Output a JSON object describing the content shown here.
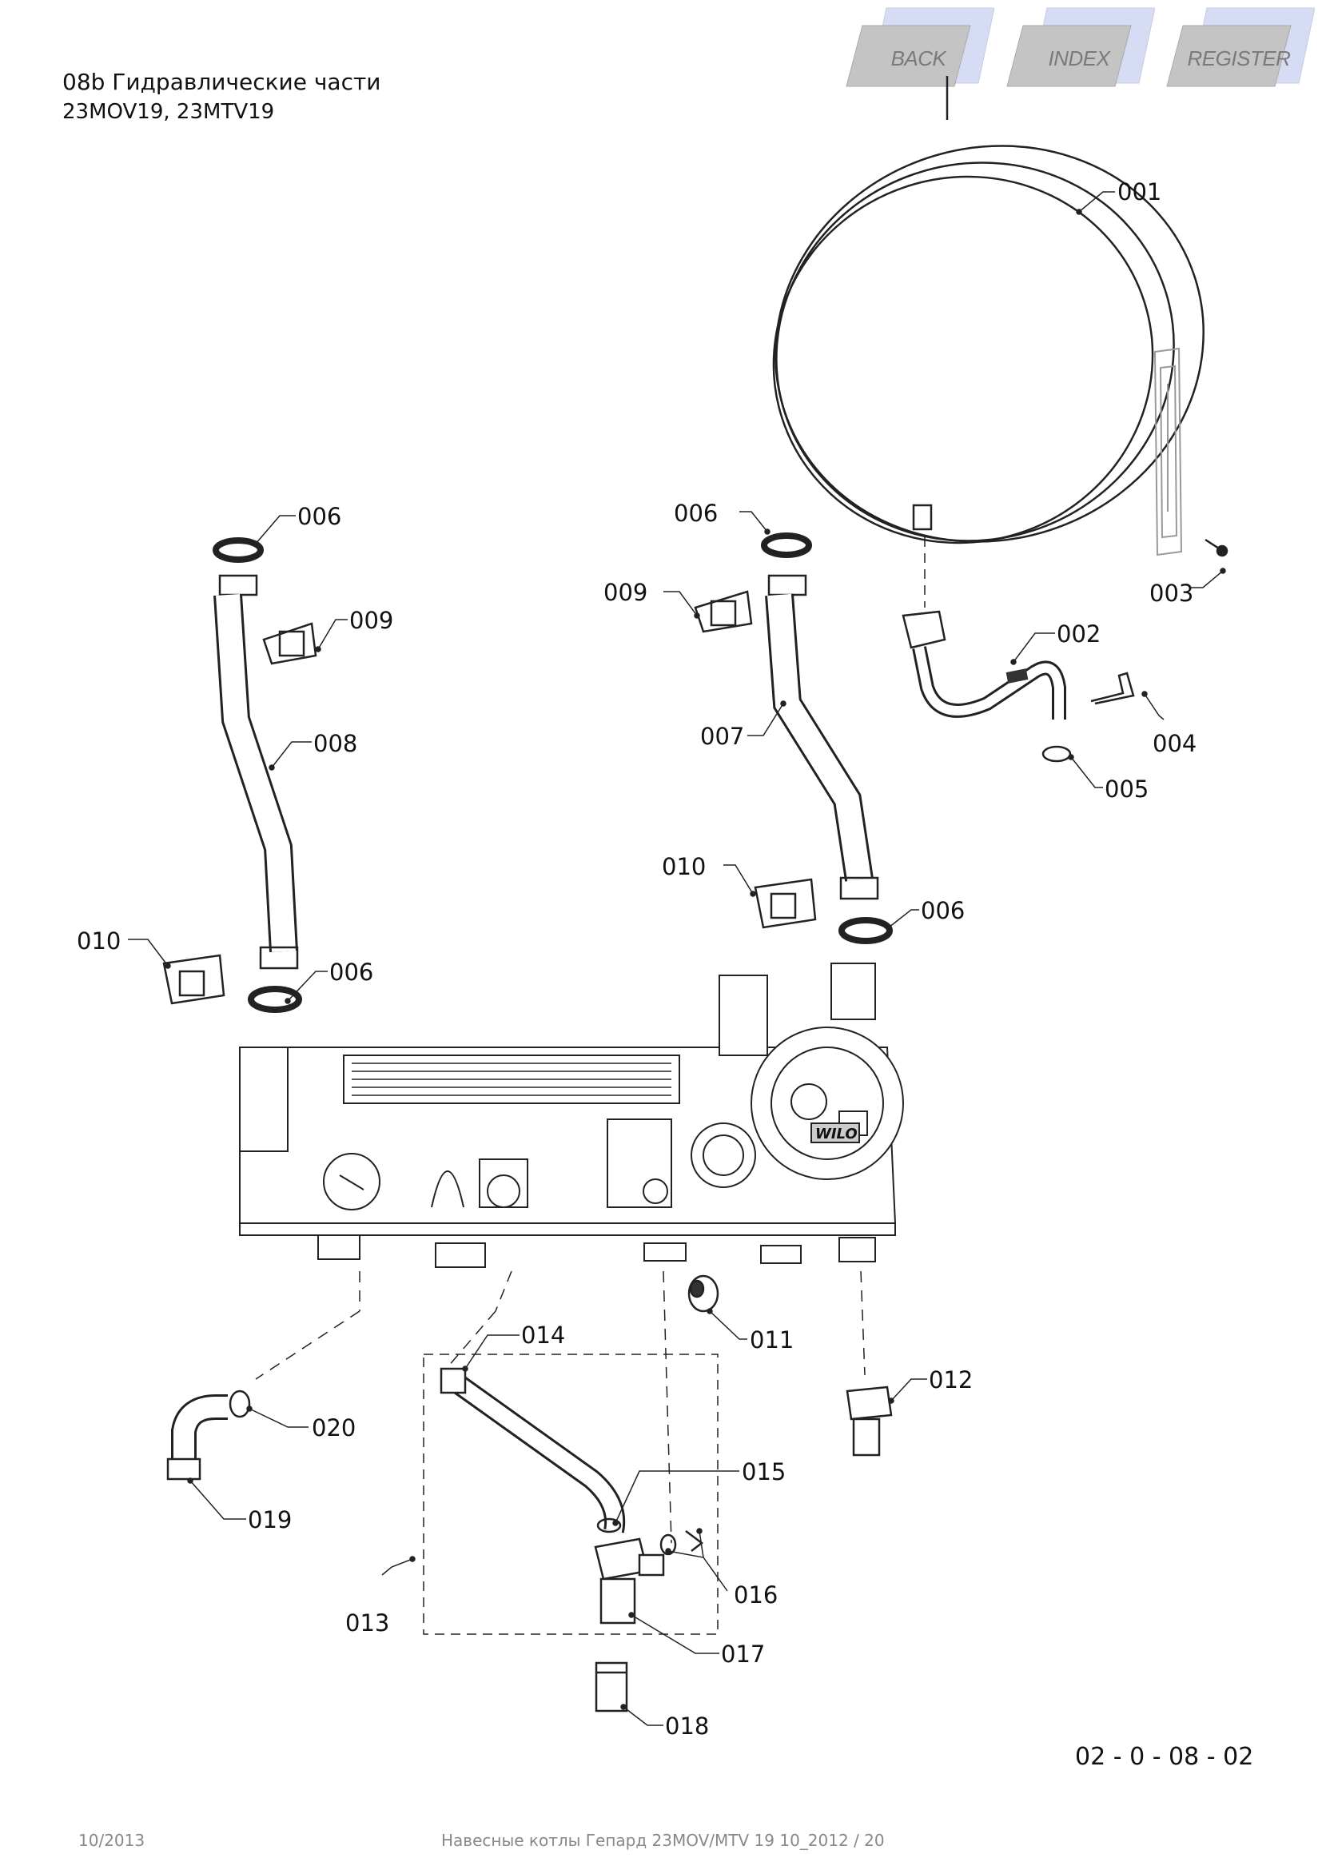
{
  "page": {
    "title": "08b Гидравлические части",
    "subtitle": "23MOV19, 23MTV19",
    "code": "02 - 0 - 08 - 02",
    "footer_left": "10/2013",
    "footer_center": "Навесные котлы Гепард 23MOV/MTV 19 10_2012 / 20"
  },
  "nav": {
    "back": "BACK",
    "index": "INDEX",
    "register": "REGISTER"
  },
  "callouts": {
    "p001": "001",
    "p002": "002",
    "p003": "003",
    "p004": "004",
    "p005": "005",
    "p006": "006",
    "p007": "007",
    "p008": "008",
    "p009": "009",
    "p010": "010",
    "p011": "011",
    "p012": "012",
    "p013": "013",
    "p014": "014",
    "p015": "015",
    "p016": "016",
    "p017": "017",
    "p018": "018",
    "p019": "019",
    "p020": "020"
  },
  "pump_labels": {
    "brand": "WILO"
  }
}
